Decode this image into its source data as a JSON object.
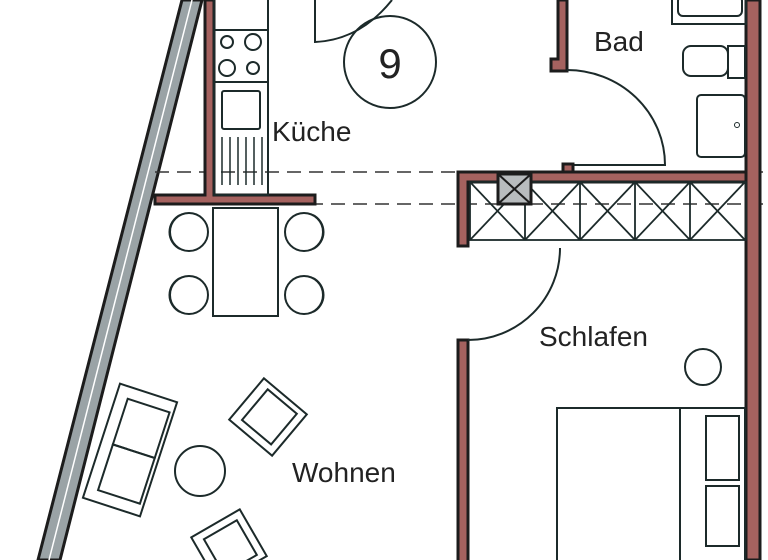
{
  "rooms": {
    "number": "9",
    "bath": "Bad",
    "kitchen": "Küche",
    "bedroom": "Schlafen",
    "living": "Wohnen"
  },
  "colors": {
    "wall": "#a5625f",
    "glass": "#9aa3a6",
    "shaft": "#b8bcbe"
  }
}
